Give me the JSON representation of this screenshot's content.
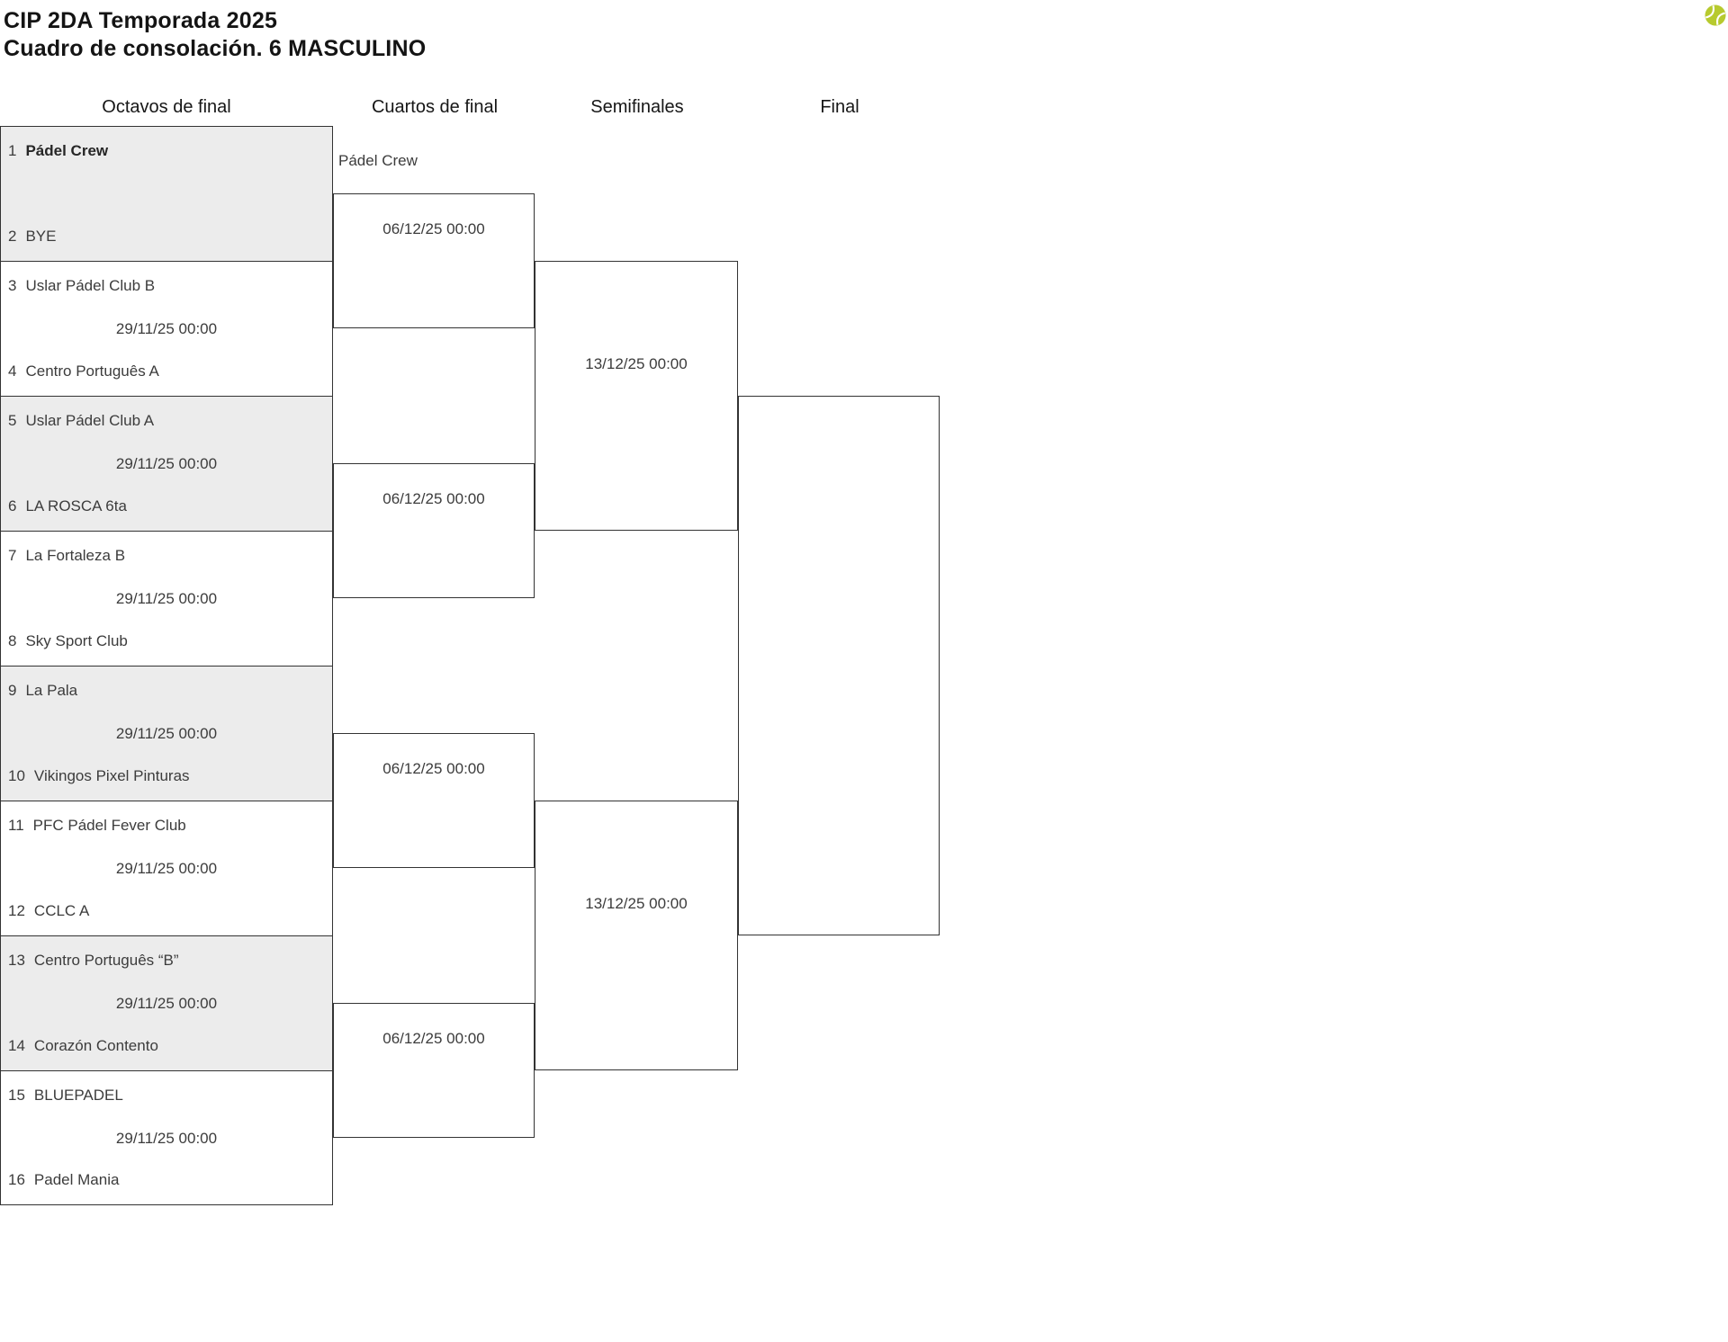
{
  "title": {
    "line1": "CIP 2DA Temporada 2025",
    "line2": "Cuadro de consolación. 6 MASCULINO"
  },
  "rounds": [
    {
      "label": "Octavos de final"
    },
    {
      "label": "Cuartos de final"
    },
    {
      "label": "Semifinales"
    },
    {
      "label": "Final"
    }
  ],
  "octavos": [
    {
      "top_seed": "1",
      "top_name": "Pádel Crew",
      "bottom_seed": "2",
      "bottom_name": "BYE",
      "date": "",
      "top_winner": true
    },
    {
      "top_seed": "3",
      "top_name": "Uslar Pádel Club B",
      "bottom_seed": "4",
      "bottom_name": "Centro Português A",
      "date": "29/11/25 00:00"
    },
    {
      "top_seed": "5",
      "top_name": "Uslar Pádel Club A",
      "bottom_seed": "6",
      "bottom_name": "LA ROSCA 6ta",
      "date": "29/11/25 00:00"
    },
    {
      "top_seed": "7",
      "top_name": "La Fortaleza B",
      "bottom_seed": "8",
      "bottom_name": "Sky Sport Club",
      "date": "29/11/25 00:00"
    },
    {
      "top_seed": "9",
      "top_name": "La Pala",
      "bottom_seed": "10",
      "bottom_name": "Vikingos Pixel Pinturas",
      "date": "29/11/25 00:00"
    },
    {
      "top_seed": "11",
      "top_name": "PFC Pádel Fever Club",
      "bottom_seed": "12",
      "bottom_name": "CCLC A",
      "date": "29/11/25 00:00"
    },
    {
      "top_seed": "13",
      "top_name": "Centro Português “B”",
      "bottom_seed": "14",
      "bottom_name": "Corazón Contento",
      "date": "29/11/25 00:00"
    },
    {
      "top_seed": "15",
      "top_name": "BLUEPADEL",
      "bottom_seed": "16",
      "bottom_name": "Padel Mania",
      "date": "29/11/25 00:00"
    }
  ],
  "cuartos": [
    {
      "advanced": "Pádel Crew",
      "date": "06/12/25 00:00"
    },
    {
      "advanced": "",
      "date": "06/12/25 00:00"
    },
    {
      "advanced": "",
      "date": "06/12/25 00:00"
    },
    {
      "advanced": "",
      "date": "06/12/25 00:00"
    }
  ],
  "semifinales": [
    {
      "date": "13/12/25 00:00"
    },
    {
      "date": "13/12/25 00:00"
    }
  ],
  "final": {
    "date": ""
  },
  "icons": {
    "ball": "padel-ball-icon"
  },
  "colors": {
    "shaded_box": "#ececec",
    "border": "#333333",
    "text": "#3c3c3c",
    "ball_fill": "#b7ca2e"
  }
}
